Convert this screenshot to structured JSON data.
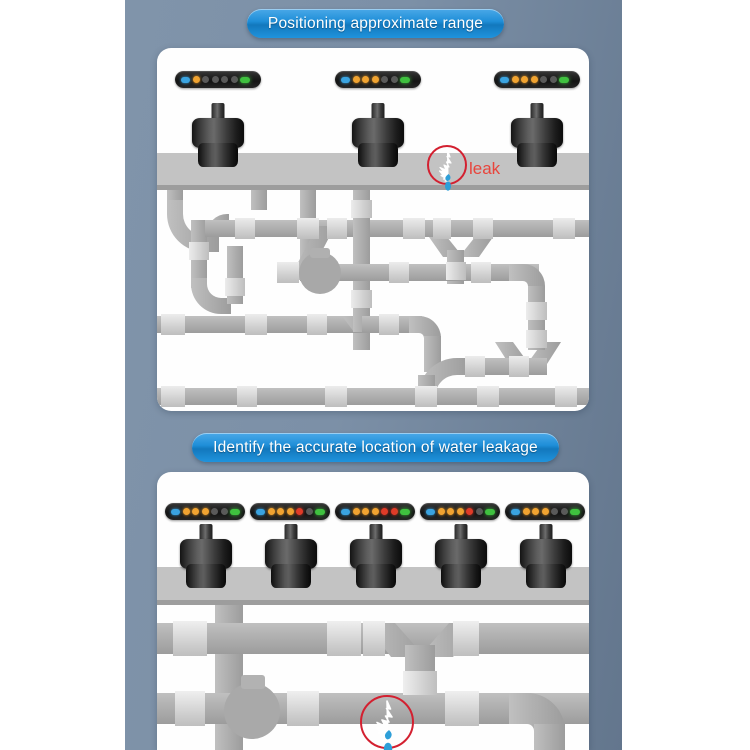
{
  "page": {
    "title": "Water leak detection — correlator positioning illustration",
    "background_color": "#7b90a8",
    "panel_color": "#fefefe"
  },
  "banners": [
    {
      "id": "banner-top",
      "label": "Positioning approximate range"
    },
    {
      "id": "banner-bottom",
      "label": "Identify the accurate location of water leakage"
    }
  ],
  "colors": {
    "banner_blue": "#1f8fd8",
    "leak_red": "#d32030",
    "leak_label_red": "#e8453c",
    "water_blue": "#2e9fd8",
    "pipe_gray": "#b2b2b2",
    "joint_gray": "#d9d9d9",
    "ground_gray": "#c3c3c3",
    "sensor_black": "#1b1b1b",
    "led_blue": "#3aa3e0",
    "led_orange": "#f0a331",
    "led_red": "#e03b28",
    "led_green": "#3fc13f",
    "led_off": "#5a5a5a"
  },
  "panels": [
    {
      "id": "panel-approximate-range",
      "sensor_count": 3,
      "leak_marker": {
        "visible": true,
        "label": "leak",
        "label_visible": true
      },
      "sensors": [
        {
          "id": "sensor-1",
          "leds": [
            "blue",
            "orange",
            "off",
            "off",
            "off",
            "off",
            "green"
          ]
        },
        {
          "id": "sensor-2",
          "leds": [
            "blue",
            "orange",
            "orange",
            "orange",
            "off",
            "off",
            "green"
          ]
        },
        {
          "id": "sensor-3",
          "leds": [
            "blue",
            "orange",
            "orange",
            "orange",
            "off",
            "off",
            "green"
          ]
        }
      ]
    },
    {
      "id": "panel-accurate-location",
      "sensor_count": 5,
      "leak_marker": {
        "visible": true,
        "label": "",
        "label_visible": false
      },
      "sensors": [
        {
          "id": "sensor-1",
          "leds": [
            "blue",
            "orange",
            "orange",
            "orange",
            "off",
            "off",
            "green"
          ]
        },
        {
          "id": "sensor-2",
          "leds": [
            "blue",
            "orange",
            "orange",
            "orange",
            "red",
            "off",
            "green"
          ]
        },
        {
          "id": "sensor-3",
          "leds": [
            "blue",
            "orange",
            "orange",
            "orange",
            "red",
            "red",
            "green"
          ]
        },
        {
          "id": "sensor-4",
          "leds": [
            "blue",
            "orange",
            "orange",
            "orange",
            "red",
            "off",
            "green"
          ]
        },
        {
          "id": "sensor-5",
          "leds": [
            "blue",
            "orange",
            "orange",
            "orange",
            "off",
            "off",
            "green"
          ]
        }
      ]
    }
  ],
  "leak_annotation": {
    "text": "leak"
  }
}
